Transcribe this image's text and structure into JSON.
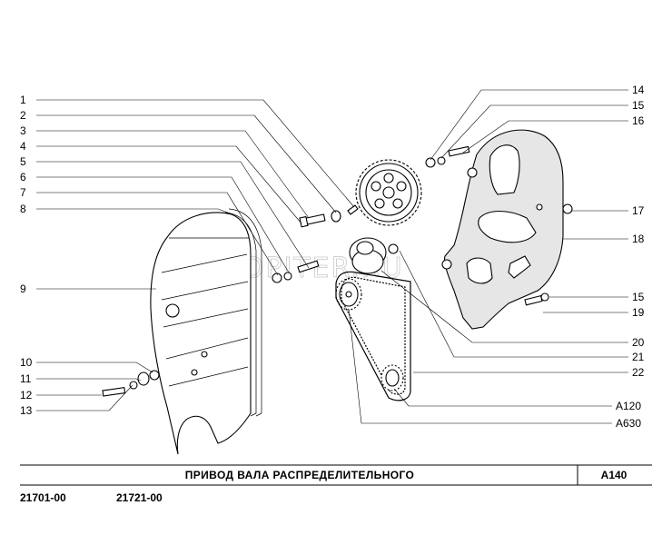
{
  "callouts_left": [
    "1",
    "2",
    "3",
    "4",
    "5",
    "6",
    "7",
    "8",
    "9",
    "10",
    "11",
    "12",
    "13"
  ],
  "callouts_right": [
    "14",
    "15",
    "16",
    "17",
    "18",
    "15",
    "19",
    "20",
    "21",
    "22",
    "A120",
    "A630"
  ],
  "title": "ПРИВОД ВАЛА РАСПРЕДЕЛИТЕЛЬНОГО",
  "section_code": "A140",
  "models": [
    "21701-00",
    "21721-00"
  ],
  "watermark": "AUTOPITER.RU"
}
